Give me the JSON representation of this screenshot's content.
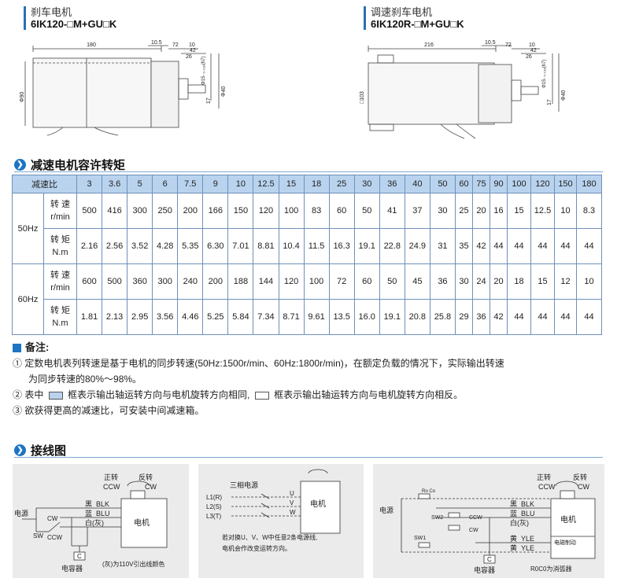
{
  "header_left": {
    "title": "刹车电机",
    "model": "6IK120-□M+GU□K"
  },
  "header_right": {
    "title": "调速刹车电机",
    "model": "6IK120R-□M+GU□K"
  },
  "dim_left": {
    "labels": [
      "180",
      "10.5",
      "72",
      "10",
      "42",
      "26",
      "17",
      "Φ15₋₀.₀₁₈(h7)",
      "Φ40",
      "Φ90"
    ]
  },
  "dim_right": {
    "labels": [
      "216",
      "10.5",
      "72",
      "10",
      "42",
      "26",
      "17",
      "Φ15₋₀.₀₁₈(h7)",
      "Φ40",
      "□103"
    ]
  },
  "section1": {
    "title": "减速电机容许转矩"
  },
  "table": {
    "header_label": "减速比",
    "ratios": [
      "3",
      "3.6",
      "5",
      "6",
      "7.5",
      "9",
      "10",
      "12.5",
      "15",
      "18",
      "25",
      "30",
      "36",
      "40",
      "50",
      "60",
      "75",
      "90",
      "100",
      "120",
      "150",
      "180"
    ],
    "groups": [
      {
        "hz": "50Hz",
        "rows": [
          {
            "label1": "转 速",
            "label2": "r/min",
            "values": [
              "500",
              "416",
              "300",
              "250",
              "200",
              "166",
              "150",
              "120",
              "100",
              "83",
              "60",
              "50",
              "41",
              "37",
              "30",
              "25",
              "20",
              "16",
              "15",
              "12.5",
              "10",
              "8.3"
            ]
          },
          {
            "label1": "转 矩",
            "label2": "N.m",
            "values": [
              "2.16",
              "2.56",
              "3.52",
              "4.28",
              "5.35",
              "6.30",
              "7.01",
              "8.81",
              "10.4",
              "11.5",
              "16.3",
              "19.1",
              "22.8",
              "24.9",
              "31",
              "35",
              "42",
              "44",
              "44",
              "44",
              "44",
              "44"
            ]
          }
        ]
      },
      {
        "hz": "60Hz",
        "rows": [
          {
            "label1": "转 速",
            "label2": "r/min",
            "values": [
              "600",
              "500",
              "360",
              "300",
              "240",
              "200",
              "188",
              "144",
              "120",
              "100",
              "72",
              "60",
              "50",
              "45",
              "36",
              "30",
              "24",
              "20",
              "18",
              "15",
              "12",
              "10"
            ]
          },
          {
            "label1": "转 矩",
            "label2": "N.m",
            "values": [
              "1.81",
              "2.13",
              "2.95",
              "3.56",
              "4.46",
              "5.25",
              "5.84",
              "7.34",
              "8.71",
              "9.61",
              "13.5",
              "16.0",
              "19.1",
              "20.8",
              "25.8",
              "29",
              "36",
              "42",
              "44",
              "44",
              "44",
              "44"
            ]
          }
        ]
      }
    ]
  },
  "notes": {
    "title": "备注:",
    "n1a": "① 定数电机表列转速是基于电机的同步转速(50Hz:1500r/min、60Hz:1800r/min)，在额定负载的情况下，实际输出转速",
    "n1b": "为同步转速的80%～98%。",
    "n2a": "② 表中",
    "n2b": "框表示输出轴运转方向与电机旋转方向相同,",
    "n2c": "框表示输出轴运转方向与电机旋转方向相反。",
    "n3": "③ 欲获得更高的减速比，可安装中间减速箱。"
  },
  "section2": {
    "title": "接线图"
  },
  "wiring1": {
    "fwd": "正转",
    "rev": "反转",
    "ccw": "CCW",
    "cw": "CW",
    "power": "电源",
    "sw": "SW",
    "cw2": "CW",
    "ccw2": "CCW",
    "w1": "黑",
    "w1c": "BLK",
    "w2": "蓝",
    "w2c": "BLU",
    "w3": "白(灰)",
    "motor": "电机",
    "cap": "C",
    "capacitor": "电容器",
    "footnote": "(灰)为110V引出线颜色"
  },
  "wiring2": {
    "title": "三相电源",
    "l1": "L1(R)",
    "l2": "L2(S)",
    "l3": "L3(T)",
    "u": "U",
    "v": "V",
    "w": "W",
    "motor": "电机",
    "note1": "若对换U、V、W中任意2条电源线,",
    "note2": "电机会作改变运转方向。"
  },
  "wiring3": {
    "fwd": "正转",
    "rev": "反转",
    "ccw": "CCW",
    "cw": "CW",
    "power": "电源",
    "rc": "Ro Co",
    "sw2": "SW2",
    "sw1": "SW1",
    "ccw2": "CCW",
    "cw2": "CW",
    "w1": "黑",
    "w1c": "BLK",
    "w2": "蓝",
    "w2c": "BLU",
    "w3": "白(灰)",
    "w4": "黄",
    "w4c": "YLE",
    "w5": "黄",
    "w5c": "YLE",
    "motor": "电机",
    "brake": "电磁制动",
    "cap": "C",
    "capacitor": "电容器",
    "footnote": "R0C0为消弧器"
  }
}
